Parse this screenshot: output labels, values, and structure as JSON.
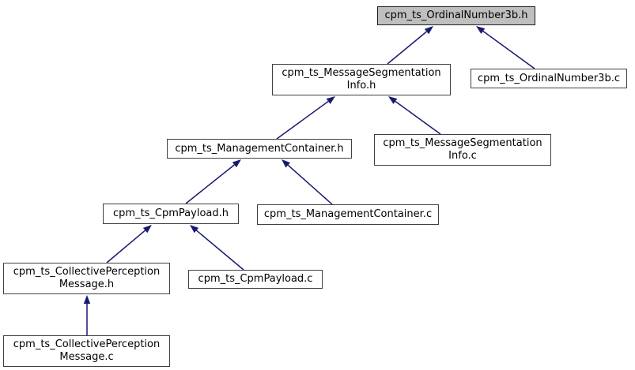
{
  "diagram": {
    "type": "include-dependency-graph",
    "colors": {
      "background": "#ffffff",
      "arrow": "#191970",
      "node_fill": "#ffffff",
      "highlight_fill": "#bfbfbf",
      "border": "#404040",
      "text": "#000000"
    },
    "nodes": [
      {
        "id": "cpm_ts_OrdinalNumber3b.h",
        "lines": [
          "cpm_ts_OrdinalNumber3b.h"
        ],
        "highlighted": true
      },
      {
        "id": "cpm_ts_MessageSegmentationInfo.h",
        "lines": [
          "cpm_ts_MessageSegmentation",
          "Info.h"
        ],
        "highlighted": false
      },
      {
        "id": "cpm_ts_OrdinalNumber3b.c",
        "lines": [
          "cpm_ts_OrdinalNumber3b.c"
        ],
        "highlighted": false
      },
      {
        "id": "cpm_ts_ManagementContainer.h",
        "lines": [
          "cpm_ts_ManagementContainer.h"
        ],
        "highlighted": false
      },
      {
        "id": "cpm_ts_MessageSegmentationInfo.c",
        "lines": [
          "cpm_ts_MessageSegmentation",
          "Info.c"
        ],
        "highlighted": false
      },
      {
        "id": "cpm_ts_CpmPayload.h",
        "lines": [
          "cpm_ts_CpmPayload.h"
        ],
        "highlighted": false
      },
      {
        "id": "cpm_ts_ManagementContainer.c",
        "lines": [
          "cpm_ts_ManagementContainer.c"
        ],
        "highlighted": false
      },
      {
        "id": "cpm_ts_CollectivePerceptionMessage.h",
        "lines": [
          "cpm_ts_CollectivePerception",
          "Message.h"
        ],
        "highlighted": false
      },
      {
        "id": "cpm_ts_CpmPayload.c",
        "lines": [
          "cpm_ts_CpmPayload.c"
        ],
        "highlighted": false
      },
      {
        "id": "cpm_ts_CollectivePerceptionMessage.c",
        "lines": [
          "cpm_ts_CollectivePerception",
          "Message.c"
        ],
        "highlighted": false
      }
    ],
    "edges": [
      {
        "from": "cpm_ts_MessageSegmentationInfo.h",
        "to": "cpm_ts_OrdinalNumber3b.h"
      },
      {
        "from": "cpm_ts_OrdinalNumber3b.c",
        "to": "cpm_ts_OrdinalNumber3b.h"
      },
      {
        "from": "cpm_ts_ManagementContainer.h",
        "to": "cpm_ts_MessageSegmentationInfo.h"
      },
      {
        "from": "cpm_ts_MessageSegmentationInfo.c",
        "to": "cpm_ts_MessageSegmentationInfo.h"
      },
      {
        "from": "cpm_ts_CpmPayload.h",
        "to": "cpm_ts_ManagementContainer.h"
      },
      {
        "from": "cpm_ts_ManagementContainer.c",
        "to": "cpm_ts_ManagementContainer.h"
      },
      {
        "from": "cpm_ts_CollectivePerceptionMessage.h",
        "to": "cpm_ts_CpmPayload.h"
      },
      {
        "from": "cpm_ts_CpmPayload.c",
        "to": "cpm_ts_CpmPayload.h"
      },
      {
        "from": "cpm_ts_CollectivePerceptionMessage.c",
        "to": "cpm_ts_CollectivePerceptionMessage.h"
      }
    ]
  }
}
